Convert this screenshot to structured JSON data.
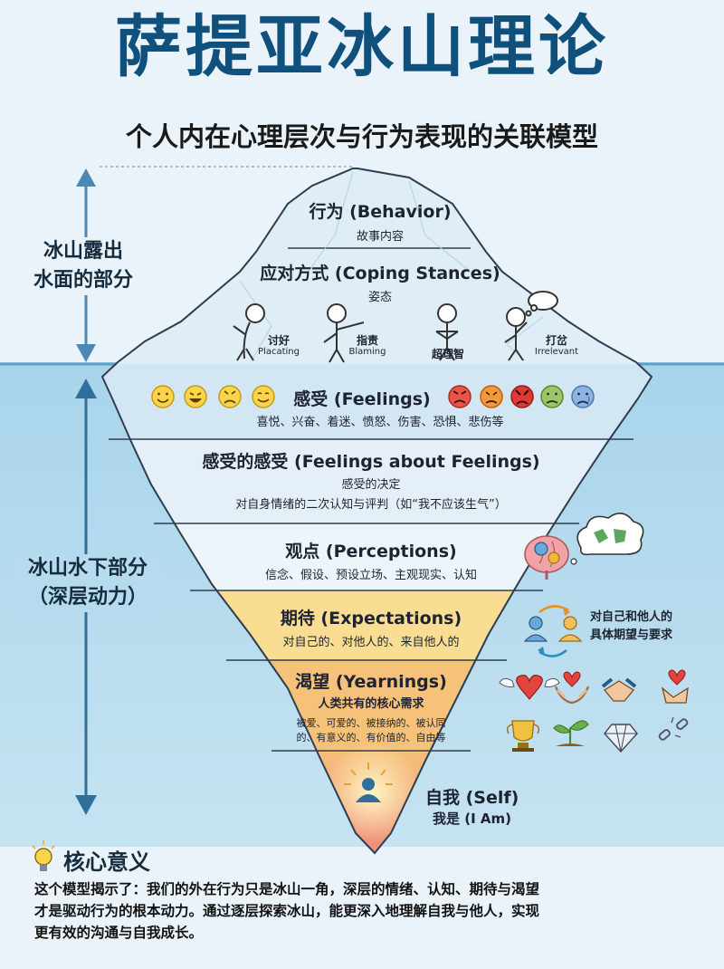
{
  "title": "萨提亚冰山理论",
  "subtitle": "个人内在心理层次与行为表现的关联模型",
  "above_label": [
    "冰山露出",
    "水面的部分"
  ],
  "below_label": [
    "冰山水下部分",
    "（深层动力）"
  ],
  "layers": {
    "behavior": {
      "title": "行为 (Behavior)",
      "desc": "故事内容"
    },
    "coping": {
      "title": "应对方式 (Coping Stances)",
      "desc": "姿态"
    },
    "feelings": {
      "title": "感受 (Feelings)",
      "desc": "喜悦、兴奋、着迷、愤怒、伤害、恐惧、悲伤等"
    },
    "feelings_about": {
      "title": "感受的感受 (Feelings about Feelings)",
      "desc1": "感受的决定",
      "desc2": "对自身情绪的二次认知与评判（如“我不应该生气”）"
    },
    "perceptions": {
      "title": "观点 (Perceptions)",
      "desc": "信念、假设、预设立场、主观现实、认知"
    },
    "expectations": {
      "title": "期待 (Expectations)",
      "desc": "对自己的、对他人的、来自他人的"
    },
    "yearnings": {
      "title": "渴望 (Yearnings)",
      "desc": "人类共有的核心需求",
      "desc2a": "被爱、可爱的、被接纳的、被认同",
      "desc2b": "的、有意义的、有价值的、自由等"
    },
    "self": {
      "title": "自我 (Self)",
      "desc": "我是 (I Am)"
    }
  },
  "stances": [
    {
      "zh": "讨好",
      "en": "Placating"
    },
    {
      "zh": "指责",
      "en": "Blaming"
    },
    {
      "zh": "超理智",
      "en": ""
    },
    {
      "zh": "打岔",
      "en": "Irrelevant"
    }
  ],
  "expectation_note": [
    "对自己和他人的",
    "具体期望与要求"
  ],
  "core": {
    "icon": "lightbulb-icon",
    "title": "核心意义",
    "lines": [
      "这个模型揭示了：我们的外在行为只是冰山一角，深层的情绪、认知、期待与渴望",
      "才是驱动行为的根本动力。通过逐层探索冰山，能更深入地理解自我与他人，实现",
      "更有效的沟通与自我成长。"
    ]
  },
  "colors": {
    "title_blue": "#10507d",
    "water": "#a8d4ea",
    "ice_top": "#e6f1f8",
    "feelings_band": "#dbe9f4",
    "expectations_band": "#f7dc8f",
    "yearnings_band": "#f6c277",
    "self_glow": "#f2a08a",
    "arrow": "#4c88b4"
  }
}
